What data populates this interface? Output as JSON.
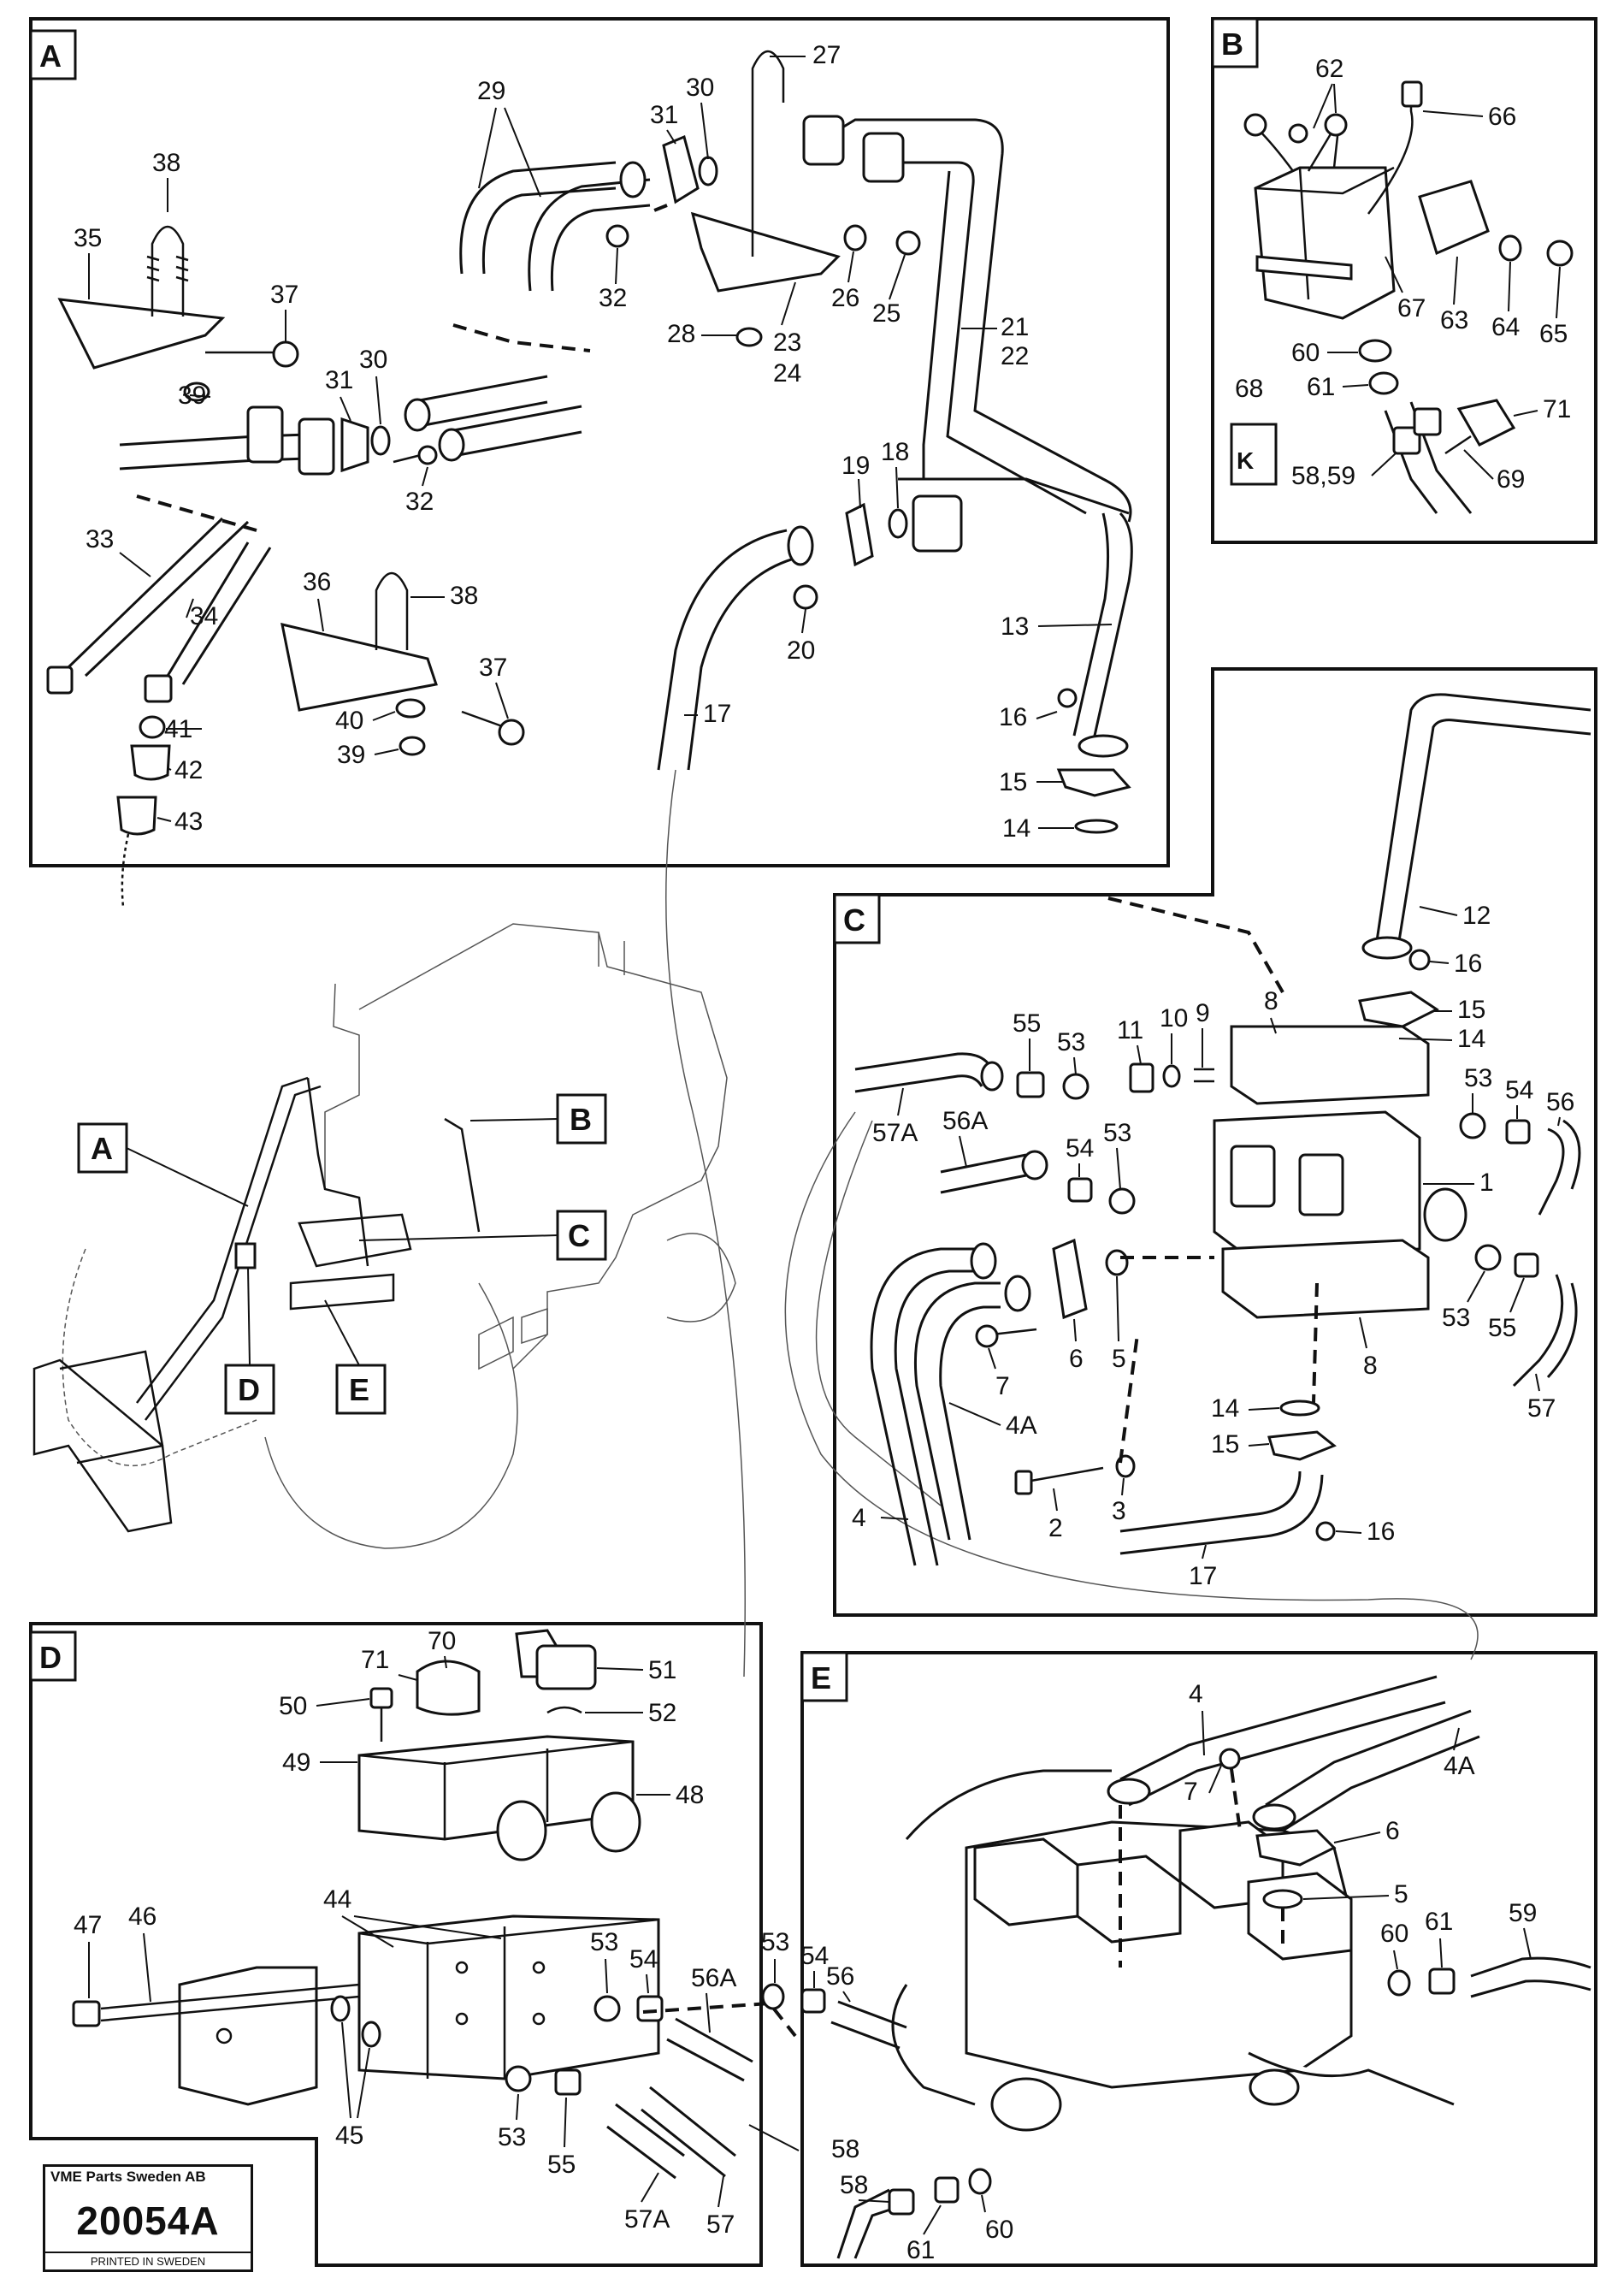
{
  "panels": [
    {
      "id": "A",
      "label": "A"
    },
    {
      "id": "B",
      "label": "B"
    },
    {
      "id": "C",
      "label": "C"
    },
    {
      "id": "D",
      "label": "D"
    },
    {
      "id": "E",
      "label": "E"
    }
  ],
  "overview_labels": [
    "A",
    "B",
    "C",
    "D",
    "E"
  ],
  "panel_a_callouts": [
    "27",
    "29",
    "30",
    "31",
    "38",
    "35",
    "37",
    "32",
    "26",
    "25",
    "28",
    "23",
    "24",
    "21",
    "22",
    "31",
    "30",
    "39",
    "32",
    "19",
    "18",
    "33",
    "34",
    "36",
    "38",
    "37",
    "20",
    "13",
    "41",
    "40",
    "39",
    "16",
    "17",
    "42",
    "15",
    "43",
    "14"
  ],
  "panel_b_callouts": [
    "62",
    "66",
    "67",
    "63",
    "64",
    "65",
    "60",
    "61",
    "71",
    "68",
    "58,59",
    "69"
  ],
  "panel_c_callouts": [
    "12",
    "16",
    "15",
    "14",
    "8",
    "11",
    "10",
    "9",
    "55",
    "53",
    "53",
    "54",
    "56",
    "57A",
    "56A",
    "54",
    "53",
    "1",
    "6",
    "5",
    "53",
    "55",
    "7",
    "8",
    "57",
    "4A",
    "14",
    "15",
    "2",
    "3",
    "4",
    "16",
    "17"
  ],
  "panel_d_callouts": [
    "70",
    "71",
    "51",
    "50",
    "52",
    "49",
    "48",
    "44",
    "47",
    "46",
    "53",
    "54",
    "56A",
    "53",
    "55",
    "57A",
    "57",
    "45"
  ],
  "panel_e_callouts": [
    "53",
    "54",
    "56",
    "4",
    "7",
    "4A",
    "6",
    "5",
    "59",
    "60",
    "61",
    "58",
    "58",
    "61",
    "60"
  ],
  "part_68_label": "K",
  "footer": {
    "company": "VME Parts Sweden AB",
    "code": "20054A",
    "printed": "PRINTED IN SWEDEN"
  }
}
